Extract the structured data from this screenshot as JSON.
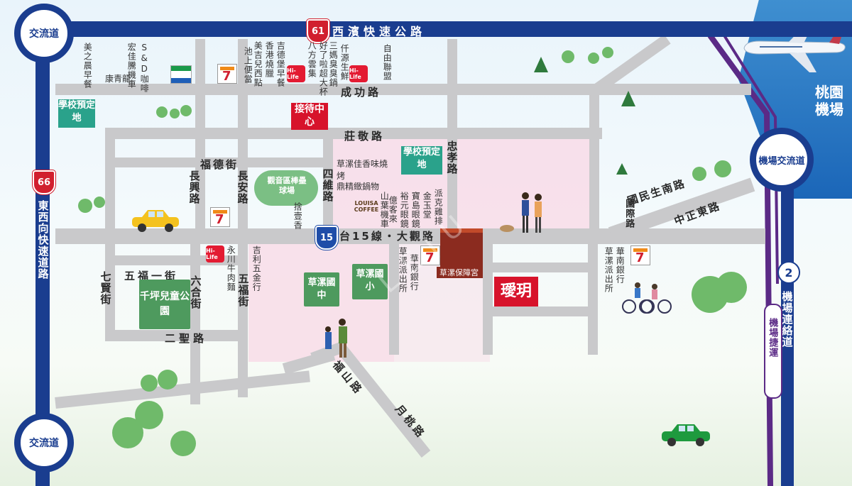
{
  "map": {
    "colors": {
      "highway": "#1a3d8f",
      "road": "#c9c9cb",
      "zone": "#f8dce8",
      "park": "#4e9a5e",
      "accent": "#d11f2e",
      "purple": "#5b2a86"
    },
    "interchanges": {
      "top_left": "交流道",
      "bottom_left": "交流道",
      "airport": "機場交流道"
    },
    "highways": {
      "top": {
        "number": "61",
        "name": "西濱快速公路"
      },
      "left": {
        "number": "66",
        "name": "東西向快速道路"
      },
      "right": {
        "number": "2",
        "name": "機場連絡道"
      },
      "main_road": {
        "number": "15",
        "name": "台15線・大觀路"
      }
    },
    "airport": {
      "name": "桃園機場"
    },
    "mrt": {
      "name": "機場捷運"
    },
    "roads": {
      "chenggong": "成功路",
      "zhuangjing": "莊敬路",
      "fude": "福德街",
      "changxing": "長興路",
      "changan": "長安路",
      "siwei": "四維路",
      "zhongxiao": "忠孝路",
      "guomin": "國民生南路",
      "zhongzheng": "中正東路",
      "guoji": "國際路",
      "wufu1": "五福一街",
      "qixian": "七賢街",
      "liuhe": "六合街",
      "wufu": "五福街",
      "ersheng": "二聖路",
      "fushan": "福山路",
      "yuetao": "月桃路"
    },
    "landmarks": {
      "school_lot_left": "學校預定地",
      "school_lot_mid": "學校預定地",
      "reception": "接待中心",
      "baseball": "觀音區棒壘球場",
      "park": "千坪兒童公園",
      "junior_high": "草漯國中",
      "elementary": "草漯國小",
      "temple": "草漯保障宮",
      "project": "璦玥"
    },
    "pois": {
      "top1": "美之晨早餐",
      "top2": "宏佳騰機車",
      "top3": "S&D咖啡",
      "top4": "康青龍",
      "top5": "池上便當",
      "top6": "美吉兒西點",
      "top7": "吉德堡早餐",
      "top8": "香港燒臘",
      "top9": "好了啦超大杯",
      "top10": "八方雲集",
      "top11": "三媽臭臭鍋",
      "top12": "仟源生鮮",
      "top13": "自由聯盟",
      "mid1": "草漯佳香味燒烤",
      "mid2": "鼎精緻鍋物",
      "mid3": "山葉機車",
      "mid4": "億客來",
      "mid5": "裕元眼鏡",
      "mid6": "寶島眼鏡",
      "mid7": "金玉堂",
      "mid8": "派克雞排",
      "mid9": "捨壹香",
      "mid10": "LOUISA COFFEE",
      "low1": "永川牛肉麵",
      "low2": "吉利五金行",
      "low3": "草漯派出所",
      "low4": "華南銀行",
      "low5": "草漯派出所",
      "low6": "華南銀行"
    },
    "watermark": "LEJU"
  }
}
